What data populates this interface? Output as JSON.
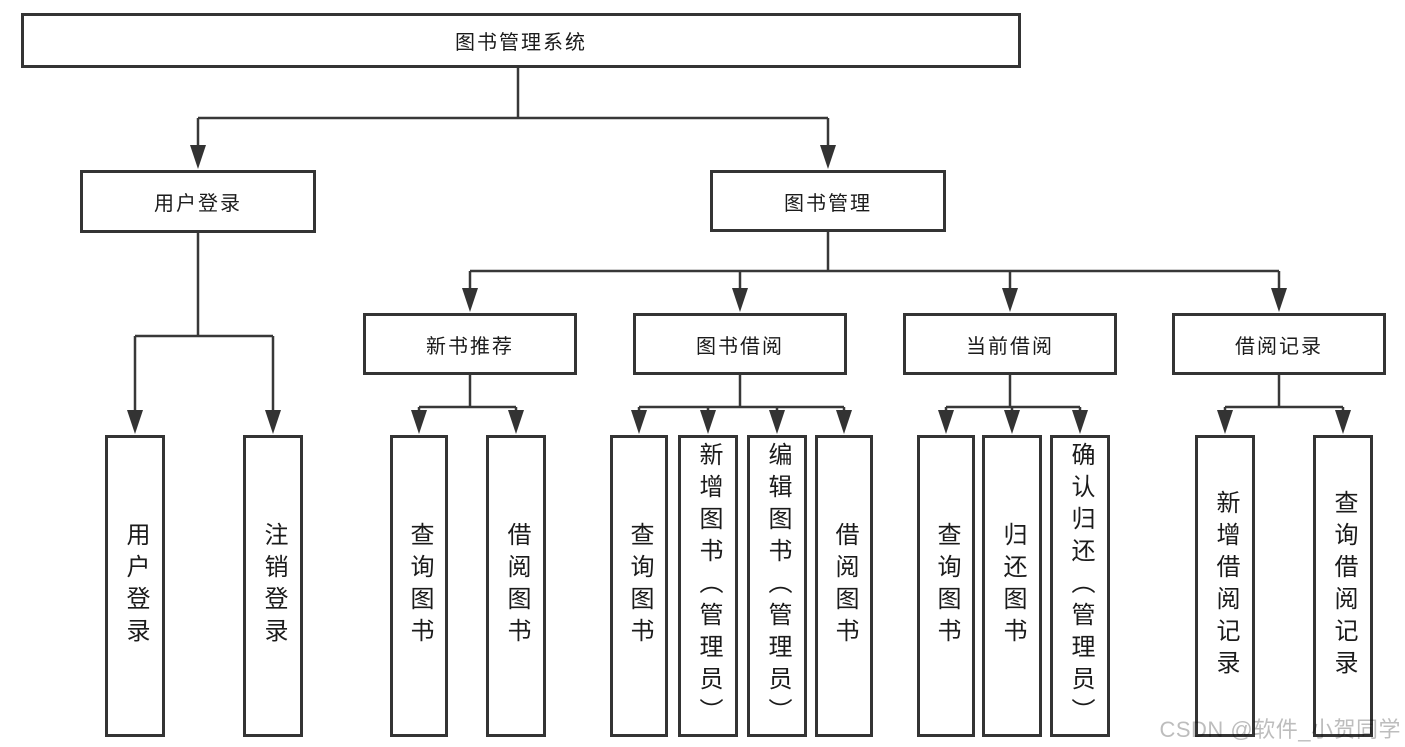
{
  "diagram": {
    "root": {
      "label": "图书管理系统"
    },
    "branches": [
      {
        "label": "用户登录",
        "children": [
          {
            "label": "用户登录"
          },
          {
            "label": "注销登录"
          }
        ]
      },
      {
        "label": "图书管理",
        "children": [
          {
            "label": "新书推荐",
            "children": [
              {
                "label": "查询图书"
              },
              {
                "label": "借阅图书"
              }
            ]
          },
          {
            "label": "图书借阅",
            "children": [
              {
                "label": "查询图书"
              },
              {
                "label": "新增图书（管理员）"
              },
              {
                "label": "编辑图书（管理员）"
              },
              {
                "label": "借阅图书"
              }
            ]
          },
          {
            "label": "当前借阅",
            "children": [
              {
                "label": "查询图书"
              },
              {
                "label": "归还图书"
              },
              {
                "label": "确认归还（管理员）"
              }
            ]
          },
          {
            "label": "借阅记录",
            "children": [
              {
                "label": "新增借阅记录"
              },
              {
                "label": "查询借阅记录"
              }
            ]
          }
        ]
      }
    ],
    "colors": {
      "line": "#383838",
      "border": "#343434",
      "text": "#1b1b1b",
      "watermark": "#bdbdbd"
    }
  },
  "watermark": {
    "text": "CSDN @软件_小贺同学"
  }
}
